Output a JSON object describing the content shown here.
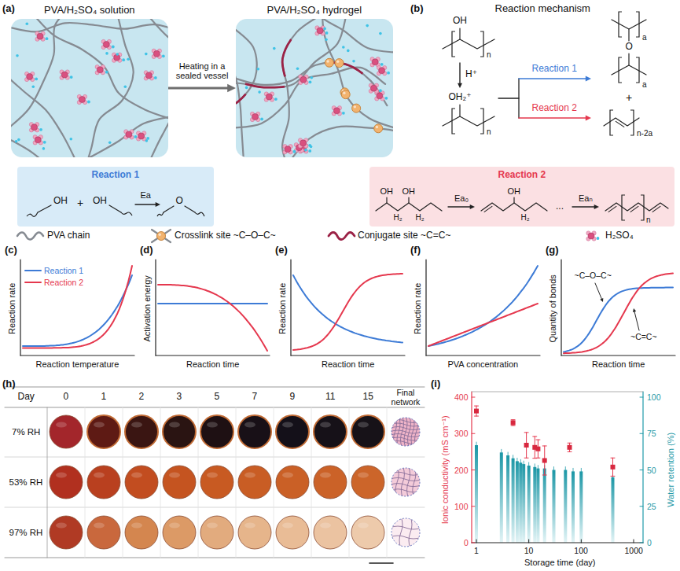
{
  "diagram": {
    "nodes": [
      {
        "text": [
          "PVA/H₂SO₄ solution"
        ]
      },
      {
        "text": [
          "PVA/H₂SO₄ hydrogel"
        ]
      },
      {
        "text": [
          "Reaction 1",
          "OH",
          "+",
          "OH",
          "Ea",
          "O"
        ]
      },
      {
        "text": [
          "Reaction 2",
          "OH",
          "OH",
          "H₂",
          "H₂",
          "Ea₀",
          "OH",
          "H₂",
          "...",
          "Eaₙ",
          "n"
        ]
      }
    ],
    "edges": [
      {
        "from": 0,
        "to": 1,
        "arrow": "to",
        "label": "Heating in a sealed vessel"
      }
    ],
    "labels": [
      "(a)",
      "(b)",
      "Reaction mechanism",
      "OH",
      "n",
      "H⁺",
      "OH₂⁺",
      "n",
      "Reaction 1",
      "Reaction 2",
      "O",
      "a",
      "a",
      "+",
      "n-2a",
      "(c)",
      "Reaction rate",
      "Reaction temperature",
      "(d)",
      "Activation energy",
      "Reaction time",
      "(e)",
      "Reaction rate",
      "Reaction time",
      "(f)",
      "Reaction rate",
      "PVA concentration",
      "(g)",
      "Quantity of bonds",
      "Reaction time",
      "~C–O–C~",
      "~C=C~",
      "(h)",
      "Day",
      "0",
      "1",
      "2",
      "3",
      "5",
      "7",
      "9",
      "11",
      "15",
      "Final network",
      "7% RH",
      "53% RH",
      "97% RH",
      "(i)",
      "0",
      "100",
      "200",
      "300",
      "400",
      "0",
      "25",
      "50",
      "75",
      "100",
      "1",
      "10",
      "100",
      "1000",
      "Ionic conductivity (mS cm⁻¹)",
      "Water retention (%)",
      "Storage time (day)"
    ],
    "legend": [
      {
        "text": "PVA chain"
      },
      {
        "text": "Crosslink site ~C–O–C~"
      },
      {
        "text": "Conjugate site ~C=C~"
      },
      {
        "text": "H₂SO₄"
      },
      {
        "text": "Reaction 1"
      },
      {
        "text": "Reaction 2"
      }
    ]
  }
}
